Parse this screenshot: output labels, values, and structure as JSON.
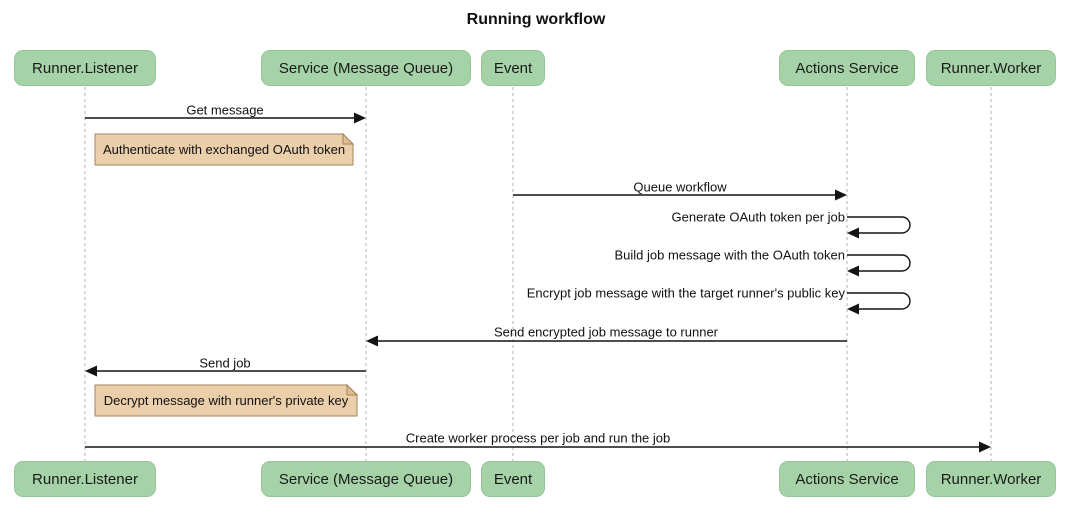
{
  "title": "Running workflow",
  "diagram_type": "sequence-diagram",
  "colors": {
    "actor_fill": "#a5d3a7",
    "actor_border": "#96c598",
    "note_fill": "#ebcfaa",
    "note_fold": "#e0bd92",
    "note_border": "#a3835c",
    "lifeline": "#b3b3b3",
    "arrow": "#141414",
    "text": "#111111",
    "background": "#ffffff"
  },
  "participants": [
    {
      "name": "Runner.Listener"
    },
    {
      "name": "Service (Message Queue)"
    },
    {
      "name": "Event"
    },
    {
      "name": "Actions Service"
    },
    {
      "name": "Runner.Worker"
    }
  ],
  "messages": [
    {
      "label": "Get message",
      "from": "Runner.Listener",
      "to": "Service (Message Queue)",
      "kind": "solid-arrow"
    },
    {
      "label": "Queue workflow",
      "from": "Event",
      "to": "Actions Service",
      "kind": "solid-arrow"
    },
    {
      "label": "Generate OAuth token per job",
      "from": "Actions Service",
      "to": "Actions Service",
      "kind": "self-loop"
    },
    {
      "label": "Build job message with the OAuth token",
      "from": "Actions Service",
      "to": "Actions Service",
      "kind": "self-loop"
    },
    {
      "label": "Encrypt job message with the target runner's public key",
      "from": "Actions Service",
      "to": "Actions Service",
      "kind": "self-loop"
    },
    {
      "label": "Send encrypted job message to runner",
      "from": "Actions Service",
      "to": "Service (Message Queue)",
      "kind": "solid-arrow"
    },
    {
      "label": "Send job",
      "from": "Service (Message Queue)",
      "to": "Runner.Listener",
      "kind": "solid-arrow"
    },
    {
      "label": "Create worker process per job and run the job",
      "from": "Runner.Listener",
      "to": "Runner.Worker",
      "kind": "solid-arrow"
    }
  ],
  "notes": [
    {
      "text": "Authenticate with exchanged OAuth token",
      "over": "Runner.Listener"
    },
    {
      "text": "Decrypt message with runner's private key",
      "over": "Runner.Listener"
    }
  ]
}
